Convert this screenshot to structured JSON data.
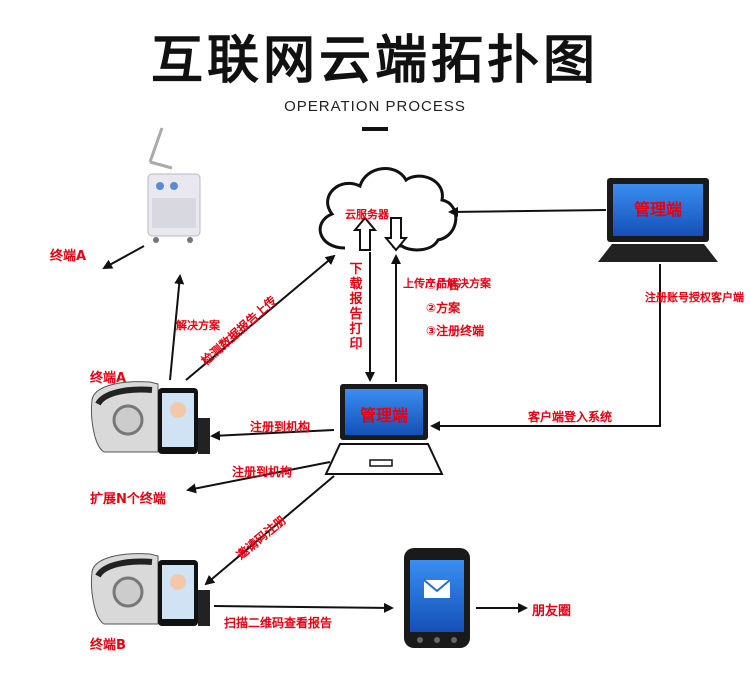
{
  "title": "互联网云端拓扑图",
  "subtitle": "OPERATION PROCESS",
  "nodes": {
    "cloud_label": "云服务器",
    "admin_top_label": "管理端",
    "admin_center_label": "管理端",
    "terminal_a_top": "终端A",
    "terminal_a_mid": "终端A",
    "terminal_b": "终端B",
    "expand": "扩展N个终端",
    "moments": "朋友圈"
  },
  "edges": {
    "upload_detection": "检测数据报告上传",
    "solution": "解决方案",
    "download_print": "下载报告打印",
    "upload_solution": "上传产品解决方案",
    "options": [
      "①广告",
      "②方案",
      "③注册终端"
    ],
    "register_auth": "注册账号授权客户端",
    "client_login": "客户端登入系统",
    "register_org_a": "注册到机构",
    "register_org_n": "注册到机构",
    "invite_code": "邀请码注册",
    "scan_qr": "扫描二维码查看报告"
  },
  "colors": {
    "label": "#e60012",
    "line": "#111111",
    "screen": "#1e6fd0"
  }
}
